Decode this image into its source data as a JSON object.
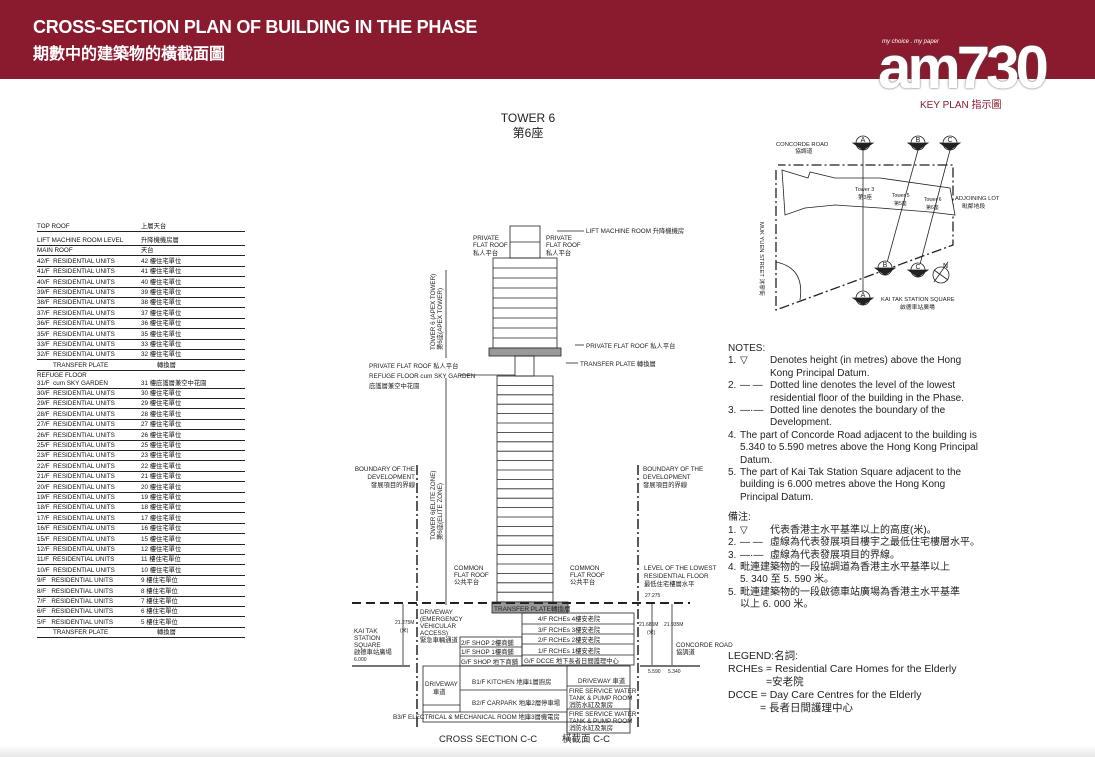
{
  "header": {
    "title_en": "CROSS-SECTION PLAN OF BUILDING IN THE PHASE",
    "title_zh": "期數中的建築物的橫截面圖",
    "logo_tagline": "my choice . my paper",
    "logo_text": "am730",
    "key_plan_label": "KEY PLAN 指示圖",
    "brand_color": "#8a1a2e"
  },
  "floor_table": {
    "rows": [
      {
        "en": "TOP ROOF",
        "zh": "上層天台",
        "kind": "big"
      },
      {
        "en": "LIFT MACHINE ROOM LEVEL",
        "zh": "升降機機房層",
        "kind": "big"
      },
      {
        "en": "MAIN ROOF",
        "zh": "天台",
        "kind": ""
      },
      {
        "en": "42/F  RESIDENTIAL UNITS",
        "zh": "42 樓住宅單位",
        "kind": ""
      },
      {
        "en": "41/F  RESIDENTIAL UNITS",
        "zh": "41 樓住宅單位",
        "kind": ""
      },
      {
        "en": "40/F  RESIDENTIAL UNITS",
        "zh": "40 樓住宅單位",
        "kind": ""
      },
      {
        "en": "39/F  RESIDENTIAL UNITS",
        "zh": "39 樓住宅單位",
        "kind": ""
      },
      {
        "en": "38/F  RESIDENTIAL UNITS",
        "zh": "38 樓住宅單位",
        "kind": ""
      },
      {
        "en": "37/F  RESIDENTIAL UNITS",
        "zh": "37 樓住宅單位",
        "kind": ""
      },
      {
        "en": "36/F  RESIDENTIAL UNITS",
        "zh": "36 樓住宅單位",
        "kind": ""
      },
      {
        "en": "35/F  RESIDENTIAL UNITS",
        "zh": "35 樓住宅單位",
        "kind": ""
      },
      {
        "en": "33/F  RESIDENTIAL UNITS",
        "zh": "33 樓住宅單位",
        "kind": ""
      },
      {
        "en": "32/F  RESIDENTIAL UNITS",
        "zh": "32 樓住宅單位",
        "kind": ""
      },
      {
        "en": "TRANSFER PLATE",
        "zh": "轉換層",
        "kind": "tp"
      },
      {
        "en": "REFUGE FLOOR\n31/F  cum SKY GARDEN",
        "zh": "31 樓庇護層兼空中花園",
        "kind": "tall"
      },
      {
        "en": "30/F  RESIDENTIAL UNITS",
        "zh": "30 樓住宅單位",
        "kind": ""
      },
      {
        "en": "29/F  RESIDENTIAL UNITS",
        "zh": "29 樓住宅單位",
        "kind": ""
      },
      {
        "en": "28/F  RESIDENTIAL UNITS",
        "zh": "28 樓住宅單位",
        "kind": ""
      },
      {
        "en": "27/F  RESIDENTIAL UNITS",
        "zh": "27 樓住宅單位",
        "kind": ""
      },
      {
        "en": "26/F  RESIDENTIAL UNITS",
        "zh": "26 樓住宅單位",
        "kind": ""
      },
      {
        "en": "25/F  RESIDENTIAL UNITS",
        "zh": "25 樓住宅單位",
        "kind": ""
      },
      {
        "en": "23/F  RESIDENTIAL UNITS",
        "zh": "23 樓住宅單位",
        "kind": ""
      },
      {
        "en": "22/F  RESIDENTIAL UNITS",
        "zh": "22 樓住宅單位",
        "kind": ""
      },
      {
        "en": "21/F  RESIDENTIAL UNITS",
        "zh": "21 樓住宅單位",
        "kind": ""
      },
      {
        "en": "20/F  RESIDENTIAL UNITS",
        "zh": "20 樓住宅單位",
        "kind": ""
      },
      {
        "en": "19/F  RESIDENTIAL UNITS",
        "zh": "19 樓住宅單位",
        "kind": ""
      },
      {
        "en": "18/F  RESIDENTIAL UNITS",
        "zh": "18 樓住宅單位",
        "kind": ""
      },
      {
        "en": "17/F  RESIDENTIAL UNITS",
        "zh": "17 樓住宅單位",
        "kind": ""
      },
      {
        "en": "16/F  RESIDENTIAL UNITS",
        "zh": "16 樓住宅單位",
        "kind": ""
      },
      {
        "en": "15/F  RESIDENTIAL UNITS",
        "zh": "15 樓住宅單位",
        "kind": ""
      },
      {
        "en": "12/F  RESIDENTIAL UNITS",
        "zh": "12 樓住宅單位",
        "kind": ""
      },
      {
        "en": "11/F  RESIDENTIAL UNITS",
        "zh": "11 樓住宅單位",
        "kind": ""
      },
      {
        "en": "10/F  RESIDENTIAL UNITS",
        "zh": "10 樓住宅單位",
        "kind": ""
      },
      {
        "en": "9/F   RESIDENTIAL UNITS",
        "zh": "9 樓住宅單位",
        "kind": ""
      },
      {
        "en": "8/F   RESIDENTIAL UNITS",
        "zh": "8 樓住宅單位",
        "kind": ""
      },
      {
        "en": "7/F   RESIDENTIAL UNITS",
        "zh": "7 樓住宅單位",
        "kind": ""
      },
      {
        "en": "6/F   RESIDENTIAL UNITS",
        "zh": "6 樓住宅單位",
        "kind": ""
      },
      {
        "en": "5/F   RESIDENTIAL UNITS",
        "zh": "5 樓住宅單位",
        "kind": ""
      },
      {
        "en": "TRANSFER PLATE",
        "zh": "轉換層",
        "kind": "tp"
      }
    ]
  },
  "section": {
    "tower_en": "TOWER 6",
    "tower_zh": "第6座",
    "lift_machine_room": "LIFT MACHINE ROOM  升降機機房",
    "private_flat_roof": [
      "PRIVATE",
      "FLAT ROOF",
      "私人平台"
    ],
    "private_flat_roof_right": "PRIVATE FLAT ROOF  私人平台",
    "private_flat_roof_left": "PRIVATE FLAT ROOF  私人平台",
    "transfer_plate_right": "TRANSFER PLATE  轉換層",
    "refuge_floor": "REFUGE FLOOR cum SKY GARDEN",
    "refuge_floor_zh": "庇護層兼空中花園",
    "apex_tower": [
      "TOWER 6 (APEX TOWER)",
      "第6座(APEX TOWER)"
    ],
    "elite_zone": [
      "TOWER 6(ELITE ZONE)",
      "第6座(ELITE ZONE)"
    ],
    "boundary": [
      "BOUNDARY OF THE",
      "DEVELOPMENT",
      "發展項目的界線"
    ],
    "common_flat_roof": [
      "COMMON",
      "FLAT ROOF",
      "公共平台"
    ],
    "lowest_level": [
      "LEVEL OF THE LOWEST",
      "RESIDENTIAL FLOOR",
      "最低住宅樓層水平"
    ],
    "lowest_level_value": "27.275",
    "transfer_plate_bottom": "TRANSFER PLATE轉換層",
    "driveway_eva": [
      "DRIVEWAY",
      "(EMERGENCY",
      "VEHICULAR",
      "ACCESS)",
      "緊急車輛通道"
    ],
    "kai_tak": [
      "KAI TAK",
      "STATION",
      "SQUARE",
      "啟德車站廣場"
    ],
    "kai_tak_level": "6.000",
    "dim_left": "21.275M",
    "dim_left_note": "(米)",
    "dim_right1": "21.685M",
    "dim_right2": "21.935M",
    "dim_right_note": "(米)",
    "concorde": [
      "CONCORDE ROAD",
      "協調道"
    ],
    "concorde_levels": [
      "5.590",
      "5.340"
    ],
    "rches": [
      "4/F  RCHEs 4樓安老院",
      "3/F  RCHEs 3樓安老院",
      "2/F  RCHEs 2樓安老院",
      "1/F  RCHEs 1樓安老院"
    ],
    "dcce": "G/F  DCCE 地下長者日間護理中心",
    "shops": [
      "2/F SHOP 2樓商舖",
      "1/F SHOP 1樓商舖",
      "G/F SHOP  地下商舖"
    ],
    "driveway_left": [
      "DRIVEWAY",
      "車道"
    ],
    "b1_kitchen": "B1/F KITCHEN  地庫1層廚房",
    "driveway_right": "DRIVEWAY 車道",
    "b2_carpark": "B2/F CARPARK  地庫2層停車場",
    "fire_service_1": [
      "FIRE SERVICE WATER",
      "TANK & PUMP ROOM",
      "消防水缸及泵房"
    ],
    "b3": "B3/F ELECTRICAL & MECHANICAL ROOM  地庫3層機電房",
    "fire_service_2": [
      "FIRE SERVICE WATER",
      "TANK & PUMP ROOM",
      "消防水缸及泵房"
    ],
    "caption_en": "CROSS SECTION C-C",
    "caption_zh": "橫截面  C-C"
  },
  "key_plan": {
    "concorde_road": [
      "CONCORDE ROAD",
      "協調道"
    ],
    "adjoining_lot": [
      "ADJOINING LOT",
      "毗鄰地段"
    ],
    "muk_yuen_street": "MUK YUEN STREET 沐寧街",
    "kai_tak_square": [
      "KAI TAK STATION SQUARE",
      "啟德車站廣場"
    ],
    "tower3": [
      "Tower 3",
      "第3座"
    ],
    "tower5": [
      "Tower 5",
      "第5座"
    ],
    "tower6": [
      "Tower 6",
      "第6座"
    ],
    "markers": [
      "A",
      "B",
      "C"
    ],
    "north": "N"
  },
  "notes": {
    "title": "NOTES:",
    "items": [
      {
        "num": "1.",
        "sym": "▽",
        "lines": [
          "Denotes height (in metres) above the Hong",
          "Kong Principal Datum."
        ]
      },
      {
        "num": "2.",
        "sym": "— —",
        "lines": [
          "Dotted line denotes the level of the lowest",
          "residential floor of the building in the Phase."
        ]
      },
      {
        "num": "3.",
        "sym": "—·—",
        "lines": [
          "Dotted line denotes the boundary of the",
          "Development."
        ]
      },
      {
        "num": "4.",
        "sym": "",
        "lines": [
          "The part of Concorde Road adjacent to the building is",
          "5.340 to 5.590 metres above the Hong Kong Principal",
          "Datum."
        ]
      },
      {
        "num": "5.",
        "sym": "",
        "lines": [
          "The part of Kai Tak Station Square adjacent to the",
          "building is 6.000 metres above the Hong Kong",
          "Principal Datum."
        ]
      }
    ],
    "title_zh": "備注:",
    "items_zh": [
      {
        "num": "1.",
        "sym": "▽",
        "lines": [
          "代表香港主水平基準以上的高度(米)。"
        ]
      },
      {
        "num": "2.",
        "sym": "— —",
        "lines": [
          "虛線為代表發展項目樓宇之最低住宅樓層水平。"
        ]
      },
      {
        "num": "3.",
        "sym": "—·—",
        "lines": [
          "虛線為代表發展項目的界線。"
        ]
      },
      {
        "num": "4.",
        "sym": "",
        "lines": [
          "毗連建築物的一段協調道為香港主水平基準以上",
          "5. 340  至  5. 590  米。"
        ]
      },
      {
        "num": "5.",
        "sym": "",
        "lines": [
          "毗連建築物的一段啟德車站廣場為香港主水平基準",
          "以上  6. 000  米。"
        ]
      }
    ]
  },
  "legend": {
    "title": "LEGEND:名詞:",
    "rches_en": "RCHEs = Residential Care Homes for the Elderly",
    "rches_zh": "=安老院",
    "dcce_en": "DCCE = Day Care Centres for the Elderly",
    "dcce_zh": "= 長者日間護理中心"
  }
}
